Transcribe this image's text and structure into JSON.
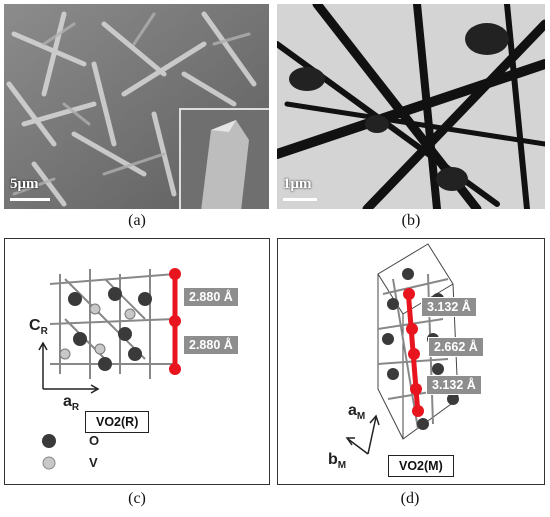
{
  "panels": {
    "a": {
      "caption": "(a)",
      "scale_label": "5μm"
    },
    "b": {
      "caption": "(b)",
      "scale_label": "1μm"
    },
    "c": {
      "caption": "(c)",
      "phase_label": "VO2(R)",
      "distances": [
        "2.880 Å",
        "2.880 Å"
      ],
      "axis_c": "C",
      "axis_c_sub": "R",
      "axis_a": "a",
      "axis_a_sub": "R",
      "legend": [
        {
          "label": "O",
          "color": "#3a3a3a"
        },
        {
          "label": "V",
          "color": "#c8c8c8"
        }
      ]
    },
    "d": {
      "caption": "(d)",
      "phase_label": "VO2(M)",
      "distances": [
        "3.132 Å",
        "2.662 Å",
        "3.132 Å"
      ],
      "axis_a": "a",
      "axis_a_sub": "M",
      "axis_b": "b",
      "axis_b_sub": "M"
    }
  },
  "colors": {
    "bond_highlight": "#e8141e",
    "atom_o": "#3a3a3a",
    "atom_v": "#c8c8c8",
    "label_bg": "#8e8e8e"
  }
}
